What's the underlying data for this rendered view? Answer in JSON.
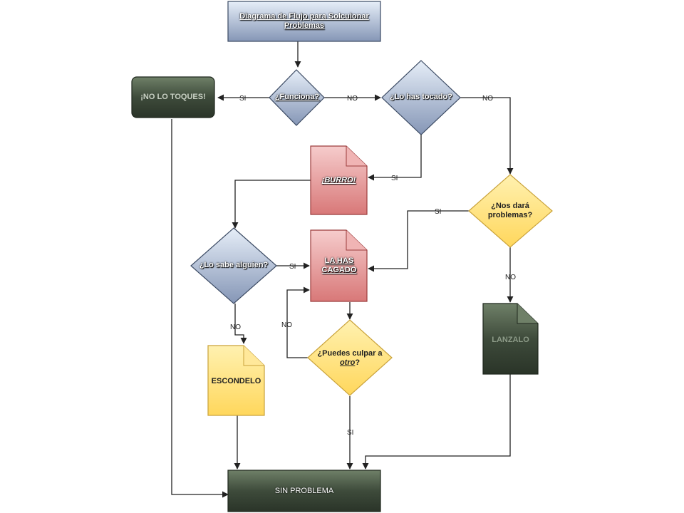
{
  "title": "Diagrama de Flujo para Solcuionar Problemas",
  "nodes": {
    "funciona": "¿Funciona?",
    "no_lo_toques": "¡NO LO TOQUES!",
    "lo_has_tocado": "¿Lo has tocado?",
    "burro": "¡BURRO!",
    "nos_dara_problemas": "¿Nos dará problemas?",
    "lo_sabe_alguien": "¿Lo sabe alguien?",
    "la_has_cagado": "LA HAS CAGADO",
    "puedes_culpar_prefix": "¿Puedes culpar a",
    "puedes_culpar_otro": "otro",
    "puedes_culpar_suffix": "?",
    "escondelo": "ESCONDELO",
    "lanzalo": "LANZALO",
    "sin_problema": "SIN PROBLEMA"
  },
  "edge_labels": {
    "funciona_si": "SI",
    "funciona_no": "NO",
    "tocado_no": "NO",
    "tocado_si": "SI",
    "nos_dara_si": "SI",
    "nos_dara_no": "NO",
    "lo_sabe_si": "SI",
    "lo_sabe_no": "NO",
    "culpar_no": "NO",
    "culpar_si": "SI"
  },
  "colors": {
    "blue_fill_top": "#dbe5f1",
    "blue_fill_bottom": "#8fa3c2",
    "blue_stroke": "#3b4a63",
    "dark_fill_top": "#5a6b56",
    "dark_fill_bottom": "#2f3b2d",
    "red_fill_top": "#f3c0c0",
    "red_fill_bottom": "#d97b7b",
    "red_stroke": "#9c3d3d",
    "yellow_fill": "#ffe48a",
    "yellow_stroke": "#c9a23a",
    "line": "#222222"
  }
}
